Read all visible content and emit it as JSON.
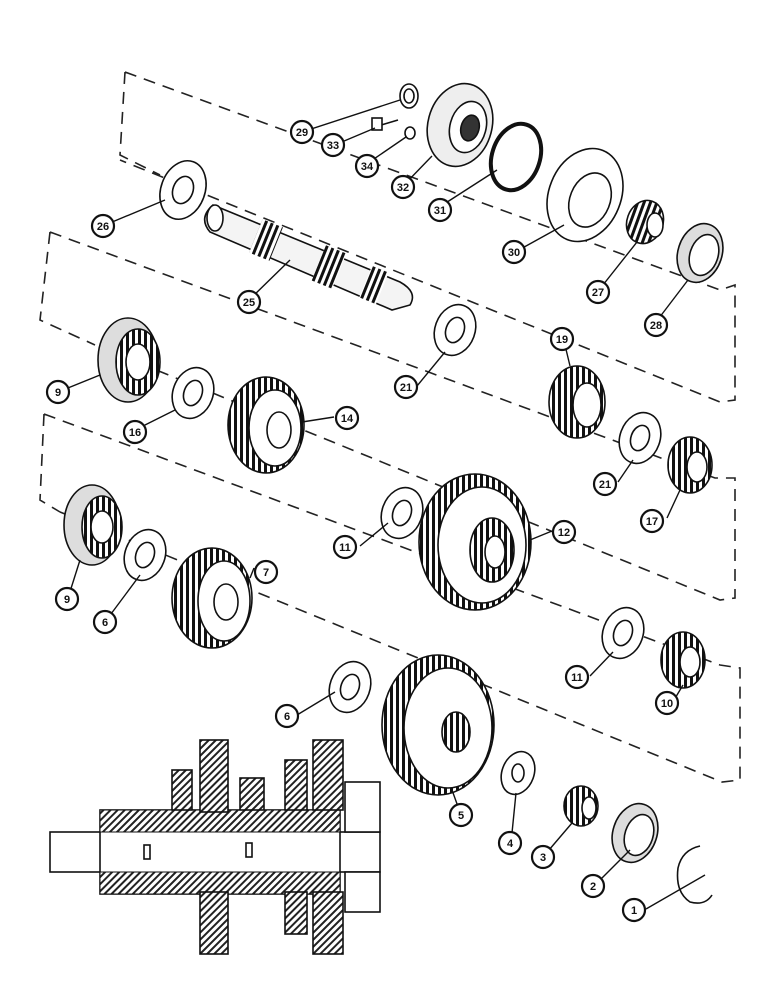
{
  "callouts": {
    "c1": "1",
    "c2": "2",
    "c3": "3",
    "c4": "4",
    "c5": "5",
    "c6a": "6",
    "c6b": "6",
    "c7": "7",
    "c9a": "9",
    "c9b": "9",
    "c10": "10",
    "c11a": "11",
    "c11b": "11",
    "c12": "12",
    "c14": "14",
    "c16": "16",
    "c17": "17",
    "c19": "19",
    "c21a": "21",
    "c21b": "21",
    "c25": "25",
    "c26": "26",
    "c27": "27",
    "c28": "28",
    "c29": "29",
    "c30": "30",
    "c31": "31",
    "c32": "32",
    "c33": "33",
    "c34": "34"
  }
}
